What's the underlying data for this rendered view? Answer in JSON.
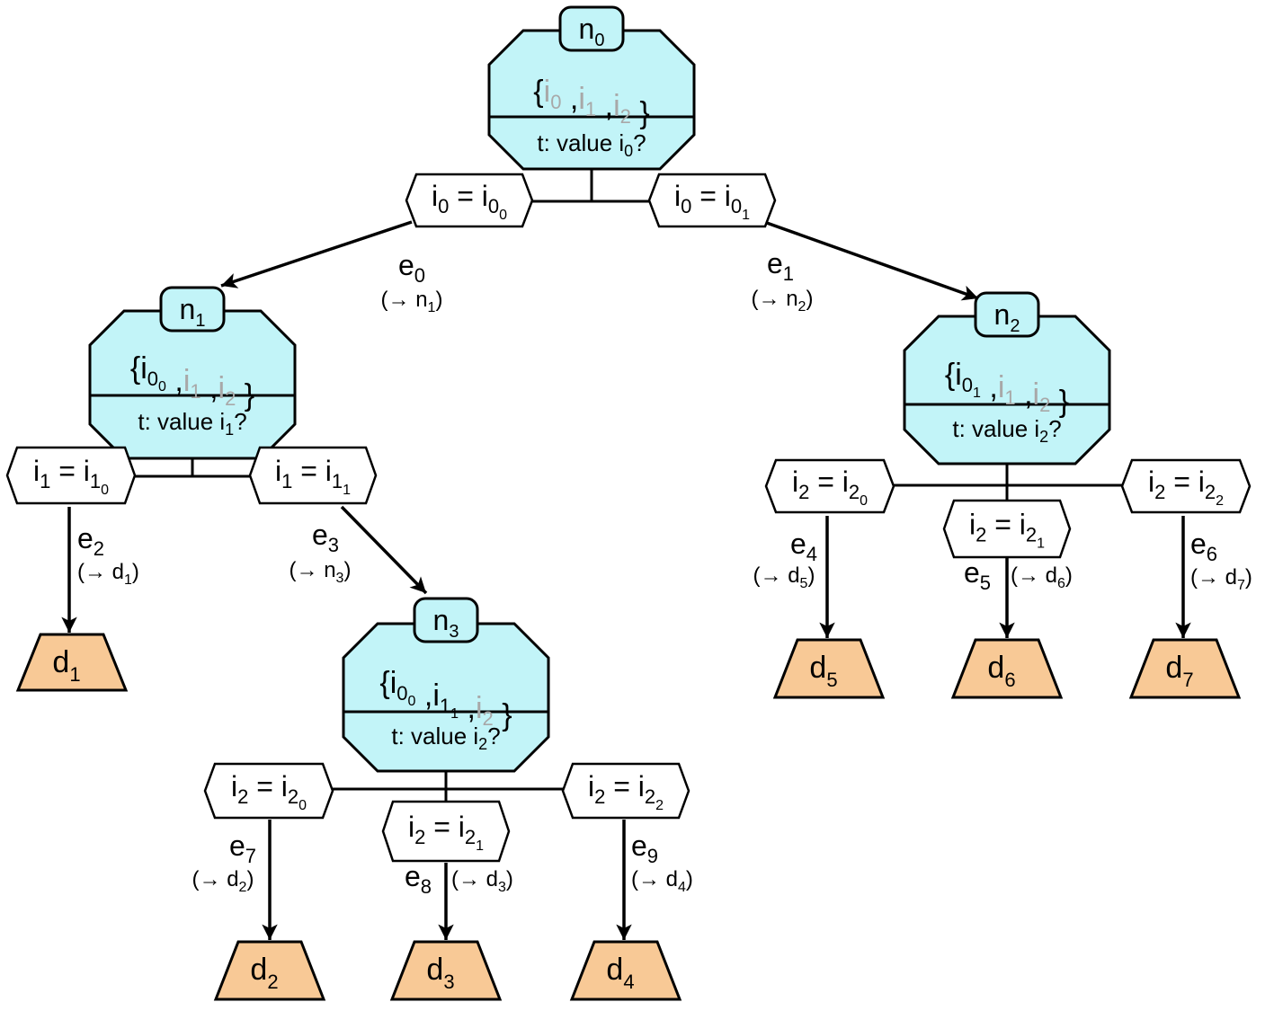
{
  "nodes": [
    {
      "id": "n0",
      "base": "n",
      "sub": "0",
      "set": [
        {
          "base": "i",
          "sub": "0",
          "subsub": "",
          "greyed": true
        },
        {
          "base": "i",
          "sub": "1",
          "subsub": "",
          "greyed": true
        },
        {
          "base": "i",
          "sub": "2",
          "subsub": "",
          "greyed": true
        }
      ],
      "test_prefix": "t: value ",
      "test_var": "i",
      "test_sub": "0",
      "test_suffix": "?"
    },
    {
      "id": "n1",
      "base": "n",
      "sub": "1",
      "set": [
        {
          "base": "i",
          "sub": "0",
          "subsub": "0",
          "greyed": false
        },
        {
          "base": "i",
          "sub": "1",
          "subsub": "",
          "greyed": true
        },
        {
          "base": "i",
          "sub": "2",
          "subsub": "",
          "greyed": true
        }
      ],
      "test_prefix": "t: value ",
      "test_var": "i",
      "test_sub": "1",
      "test_suffix": "?"
    },
    {
      "id": "n2",
      "base": "n",
      "sub": "2",
      "set": [
        {
          "base": "i",
          "sub": "0",
          "subsub": "1",
          "greyed": false
        },
        {
          "base": "i",
          "sub": "1",
          "subsub": "",
          "greyed": true
        },
        {
          "base": "i",
          "sub": "2",
          "subsub": "",
          "greyed": true
        }
      ],
      "test_prefix": "t: value ",
      "test_var": "i",
      "test_sub": "2",
      "test_suffix": "?"
    },
    {
      "id": "n3",
      "base": "n",
      "sub": "3",
      "set": [
        {
          "base": "i",
          "sub": "0",
          "subsub": "0",
          "greyed": false
        },
        {
          "base": "i",
          "sub": "1",
          "subsub": "1",
          "greyed": false
        },
        {
          "base": "i",
          "sub": "2",
          "subsub": "",
          "greyed": true
        }
      ],
      "test_prefix": "t: value ",
      "test_var": "i",
      "test_sub": "2",
      "test_suffix": "?"
    }
  ],
  "decisions": [
    {
      "id": "i0_0",
      "var": "i",
      "sub": "0",
      "eq": " = ",
      "val": "i",
      "valsub": "0",
      "valsubsub": "0"
    },
    {
      "id": "i0_1",
      "var": "i",
      "sub": "0",
      "eq": " = ",
      "val": "i",
      "valsub": "0",
      "valsubsub": "1"
    },
    {
      "id": "i1_0",
      "var": "i",
      "sub": "1",
      "eq": " = ",
      "val": "i",
      "valsub": "1",
      "valsubsub": "0"
    },
    {
      "id": "i1_1",
      "var": "i",
      "sub": "1",
      "eq": " = ",
      "val": "i",
      "valsub": "1",
      "valsubsub": "1"
    },
    {
      "id": "n2_i2_0",
      "var": "i",
      "sub": "2",
      "eq": " = ",
      "val": "i",
      "valsub": "2",
      "valsubsub": "0"
    },
    {
      "id": "n2_i2_1",
      "var": "i",
      "sub": "2",
      "eq": " = ",
      "val": "i",
      "valsub": "2",
      "valsubsub": "1"
    },
    {
      "id": "n2_i2_2",
      "var": "i",
      "sub": "2",
      "eq": " = ",
      "val": "i",
      "valsub": "2",
      "valsubsub": "2"
    },
    {
      "id": "n3_i2_0",
      "var": "i",
      "sub": "2",
      "eq": " = ",
      "val": "i",
      "valsub": "2",
      "valsubsub": "0"
    },
    {
      "id": "n3_i2_1",
      "var": "i",
      "sub": "2",
      "eq": " = ",
      "val": "i",
      "valsub": "2",
      "valsubsub": "1"
    },
    {
      "id": "n3_i2_2",
      "var": "i",
      "sub": "2",
      "eq": " = ",
      "val": "i",
      "valsub": "2",
      "valsubsub": "2"
    }
  ],
  "terminals": [
    {
      "id": "d1",
      "base": "d",
      "sub": "1"
    },
    {
      "id": "d2",
      "base": "d",
      "sub": "2"
    },
    {
      "id": "d3",
      "base": "d",
      "sub": "3"
    },
    {
      "id": "d4",
      "base": "d",
      "sub": "4"
    },
    {
      "id": "d5",
      "base": "d",
      "sub": "5"
    },
    {
      "id": "d6",
      "base": "d",
      "sub": "6"
    },
    {
      "id": "d7",
      "base": "d",
      "sub": "7"
    }
  ],
  "edges": [
    {
      "id": "e0",
      "base": "e",
      "sub": "0",
      "paren_open": "(→ ",
      "target": "n",
      "target_sub": "1",
      "paren_close": ")"
    },
    {
      "id": "e1",
      "base": "e",
      "sub": "1",
      "paren_open": "(→ ",
      "target": "n",
      "target_sub": "2",
      "paren_close": ")"
    },
    {
      "id": "e2",
      "base": "e",
      "sub": "2",
      "paren_open": "(→ ",
      "target": "d",
      "target_sub": "1",
      "paren_close": ")"
    },
    {
      "id": "e3",
      "base": "e",
      "sub": "3",
      "paren_open": "(→ ",
      "target": "n",
      "target_sub": "3",
      "paren_close": ")"
    },
    {
      "id": "e4",
      "base": "e",
      "sub": "4",
      "paren_open": "(→ ",
      "target": "d",
      "target_sub": "5",
      "paren_close": ")"
    },
    {
      "id": "e5",
      "base": "e",
      "sub": "5",
      "paren_open": "(→ ",
      "target": "d",
      "target_sub": "6",
      "paren_close": ")"
    },
    {
      "id": "e6",
      "base": "e",
      "sub": "6",
      "paren_open": "(→ ",
      "target": "d",
      "target_sub": "7",
      "paren_close": ")"
    },
    {
      "id": "e7",
      "base": "e",
      "sub": "7",
      "paren_open": "(→ ",
      "target": "d",
      "target_sub": "2",
      "paren_close": ")"
    },
    {
      "id": "e8",
      "base": "e",
      "sub": "8",
      "paren_open": "(→ ",
      "target": "d",
      "target_sub": "3",
      "paren_close": ")"
    },
    {
      "id": "e9",
      "base": "e",
      "sub": "9",
      "paren_open": "(→ ",
      "target": "d",
      "target_sub": "4",
      "paren_close": ")"
    }
  ]
}
